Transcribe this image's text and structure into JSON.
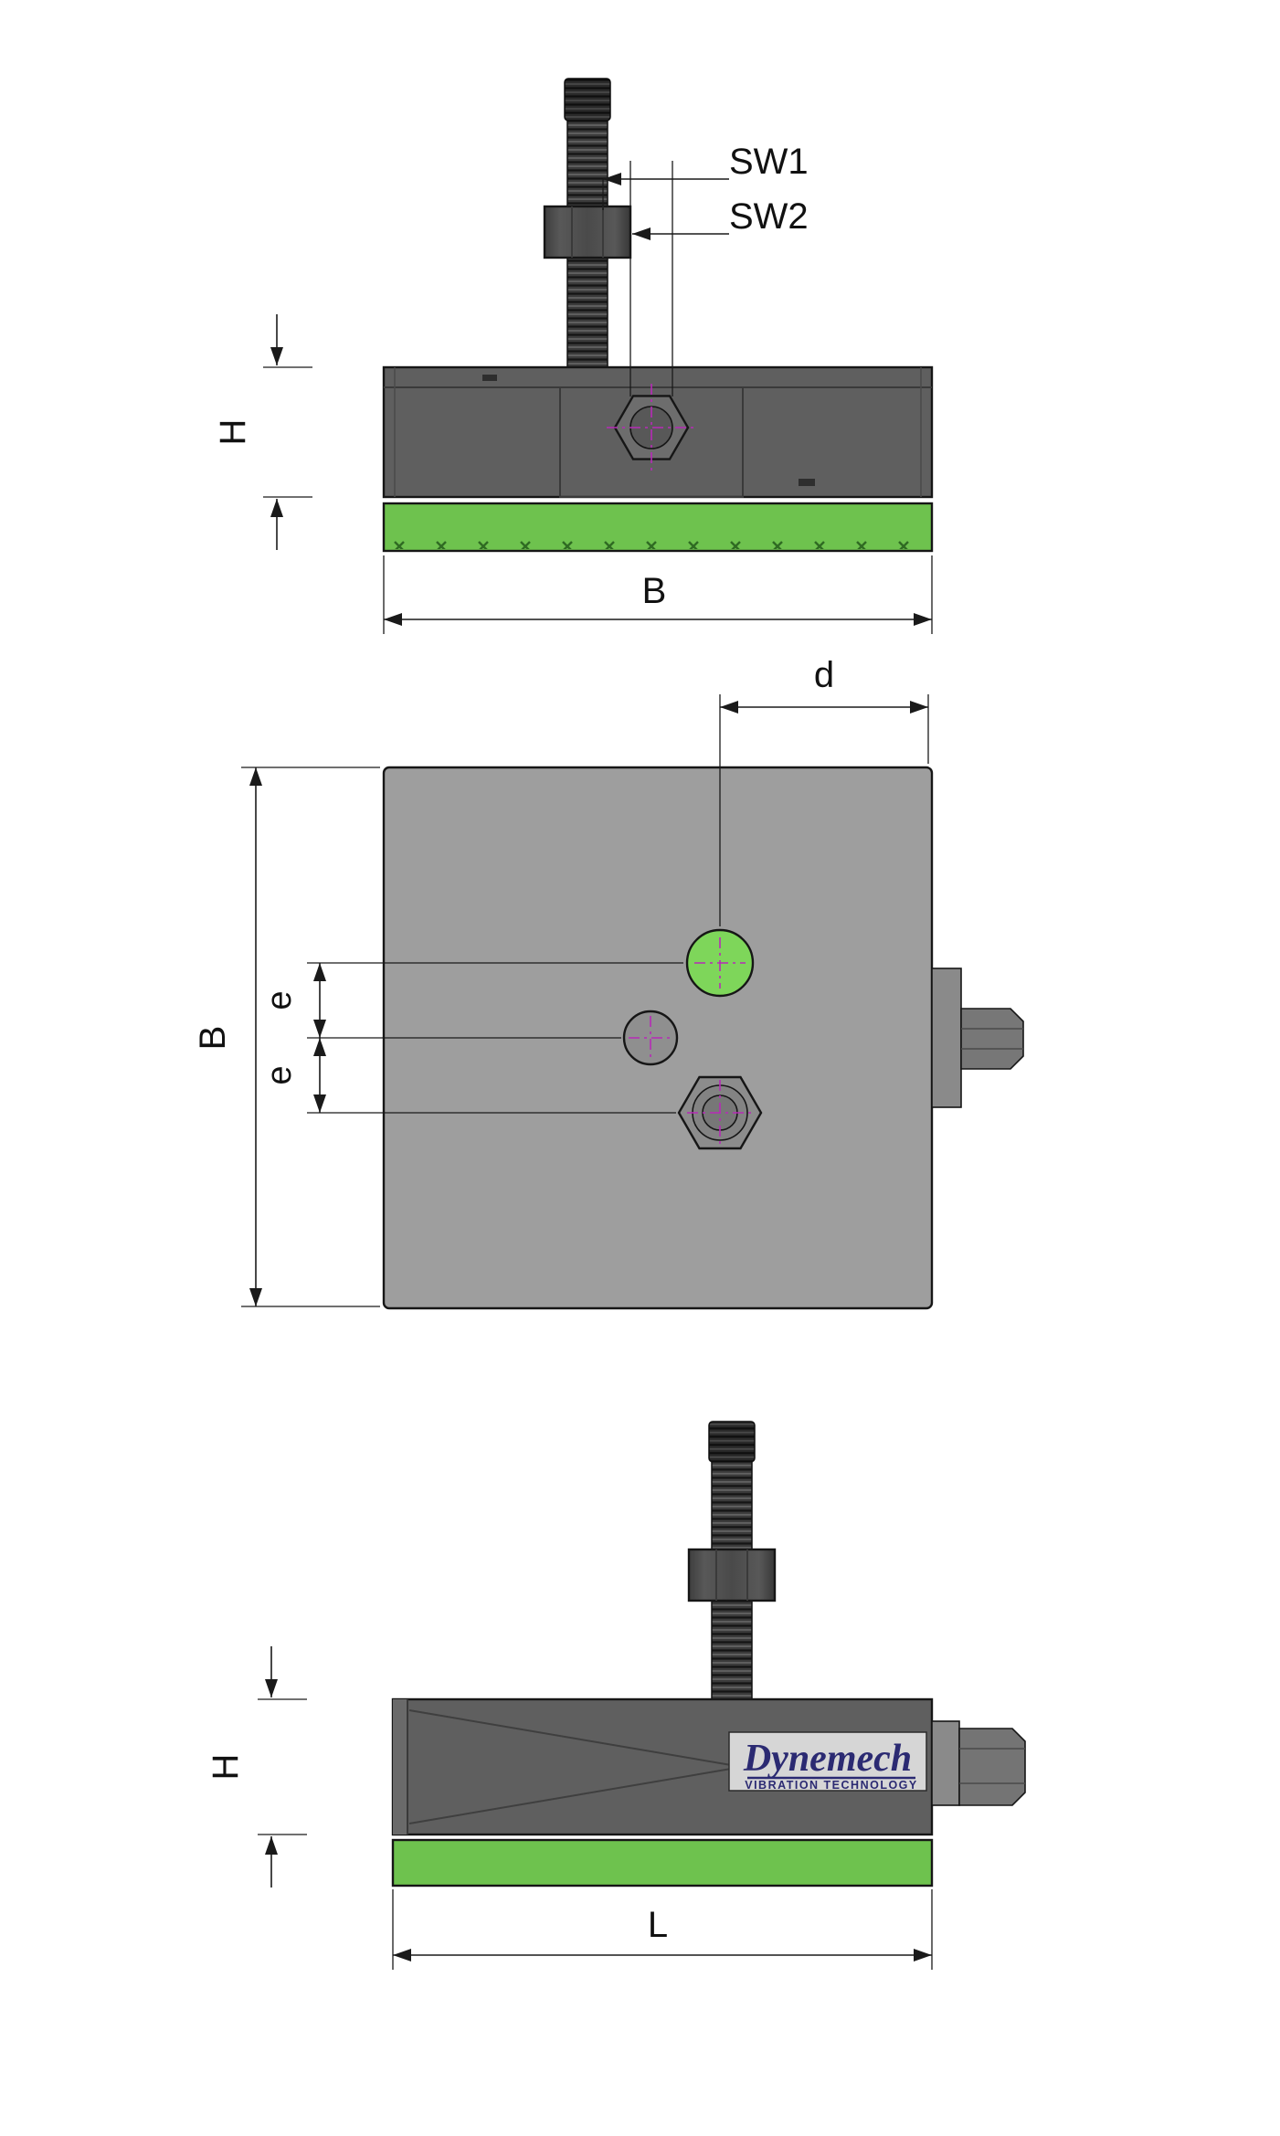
{
  "views": {
    "front": {
      "labels": {
        "sw1": "SW1",
        "sw2": "SW2",
        "h": "H",
        "b": "B"
      }
    },
    "plan": {
      "labels": {
        "d": "d",
        "b": "B",
        "e_top": "e",
        "e_bottom": "e"
      }
    },
    "side": {
      "labels": {
        "h": "H",
        "l": "L"
      },
      "logo": {
        "name": "Dynemech",
        "tagline": "VIBRATION TECHNOLOGY"
      }
    }
  },
  "colors": {
    "pad_green": "#6ec24e",
    "hole_green": "#7ed65a",
    "body_gray": "#5f5f5f",
    "plate_gray": "#9e9e9e",
    "centerline_magenta": "#b72ab7",
    "logo_ink": "#2b2a72",
    "logo_bg": "#d6d6d6",
    "line_ink": "#1a1a1a"
  }
}
